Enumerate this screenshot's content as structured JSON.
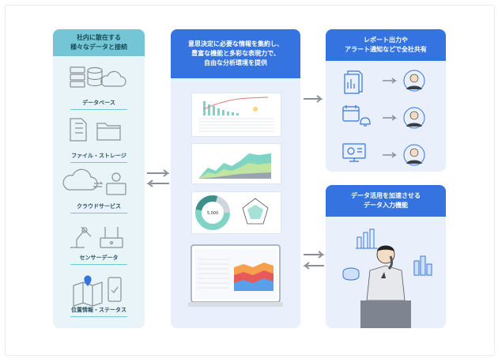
{
  "left_panel": {
    "title": "社内に散在する\n様々なデータと接続",
    "items": [
      {
        "label": "データベース",
        "icon": "database-cloud-icon"
      },
      {
        "label": "ファイル・ストレージ",
        "icon": "file-folder-icon"
      },
      {
        "label": "クラウドサービス",
        "icon": "cloud-service-icon"
      },
      {
        "label": "センサーデータ",
        "icon": "sensor-robot-icon"
      },
      {
        "label": "位置情報・ステータス",
        "icon": "location-phone-icon"
      }
    ]
  },
  "middle_panel": {
    "title": "意思決定に必要な情報を集約し、\n豊富な機能と多彩な表現力で、\n自由な分析環境を提供",
    "donut_label": "5,000"
  },
  "right_top_panel": {
    "title": "レポート出力や\nアラート通知などで全社共有",
    "rows": [
      {
        "icon": "report-document-icon",
        "person": "person-elderly-icon"
      },
      {
        "icon": "calendar-bell-icon",
        "person": "person-businessman-icon"
      },
      {
        "icon": "monitor-chart-icon",
        "person": "person-young-icon"
      }
    ]
  },
  "right_bottom_panel": {
    "title": "データ活用を加速させる\nデータ入力機能"
  },
  "colors": {
    "teal": "#74c6d6",
    "blue": "#3574e0",
    "panel_teal": "#e8f4f8",
    "panel_blue": "#e9f0fb",
    "arrow": "#8a9099"
  }
}
